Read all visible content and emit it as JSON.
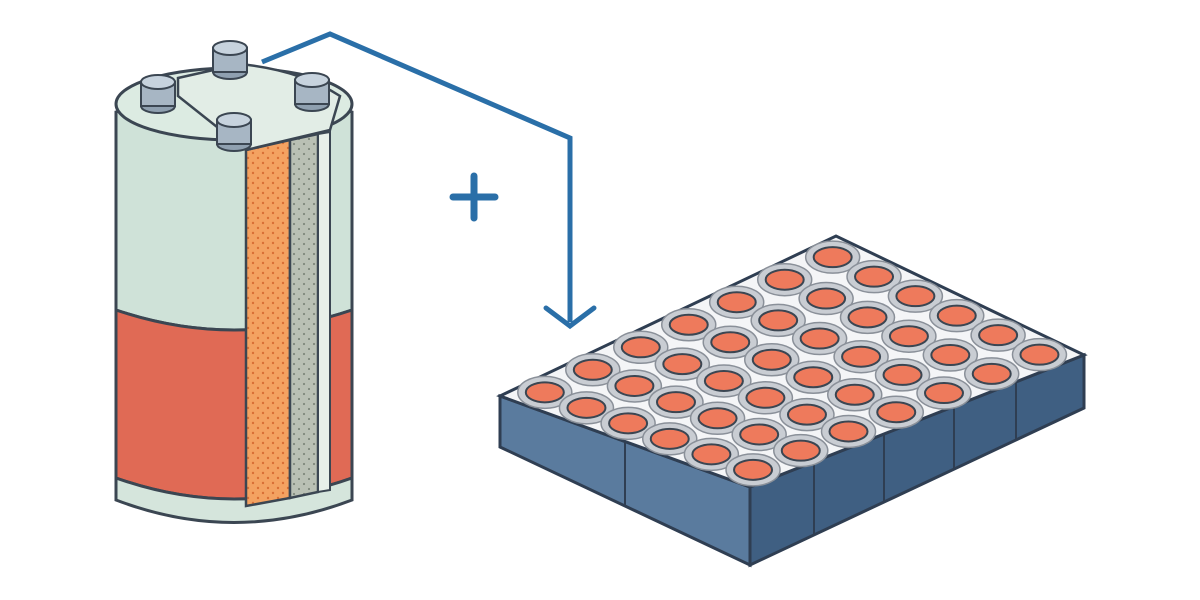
{
  "colors": {
    "background": "#ffffff",
    "outline": "#3b4652",
    "cell_mint": "#cfe2d8",
    "cell_mint_light": "#dcebe2",
    "cell_red": "#e06a55",
    "cell_red_light": "#e88672",
    "electrode_orange": "#f4a261",
    "separator_gray": "#b6bdb2",
    "terminal_steel": "#a7b6c4",
    "arrow_blue": "#2a6fa8",
    "plate_top": "#f4f5f7",
    "plate_side": "#5a7b9e",
    "plate_side_dark": "#3f5f82",
    "ring_gray": "#c9cdd3",
    "dot_red": "#ee7a5c"
  },
  "icons": {
    "battery": "cylindrical-battery-cutaway",
    "connector": "arrow-icon",
    "plus": "plus-icon",
    "array": "cell-array-tray"
  },
  "array": {
    "rows": 6,
    "cols": 7
  }
}
